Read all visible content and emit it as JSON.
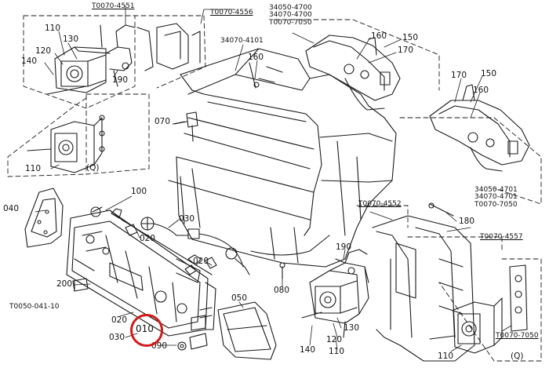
{
  "part_labels": {
    "p110_tl": "110",
    "p130_tl": "130",
    "p120_tl": "120",
    "p140_tl": "140",
    "p190_tl": "190",
    "p160_top": "160",
    "p160_r1": "160",
    "p150_r1": "150",
    "p170_r1": "170",
    "p170_r2": "170",
    "p150_r2": "150",
    "p160_r2": "160",
    "p070": "070",
    "p110_q": "110",
    "q_left": "(Q)",
    "p100": "100",
    "p040": "040",
    "p030_a": "030",
    "p020_a": "020",
    "p020_b": "020",
    "p180": "180",
    "p190_b": "190",
    "p080": "080",
    "p200": "200",
    "p020_c": "020",
    "p030_b": "030",
    "p090": "090",
    "p050": "050",
    "p130_b": "130",
    "p140_b": "140",
    "p120_b": "120",
    "p110_b": "110",
    "p110_c": "110",
    "q_right": "(Q)"
  },
  "references": {
    "r1": "T0070-4551",
    "r2": "T0070-4556",
    "r3": "34050-4700\n34070-4700\nT0070-7050",
    "r4": "34070-4101",
    "r5": "T0070-4552",
    "r6": "34050-4701\n34070-4701\nT0070-7050",
    "r7": "T0070-4557",
    "r8": "T0050-041-10",
    "r9": "T0070-7050"
  },
  "highlight": {
    "label": "010",
    "color": "#d11a1a"
  }
}
